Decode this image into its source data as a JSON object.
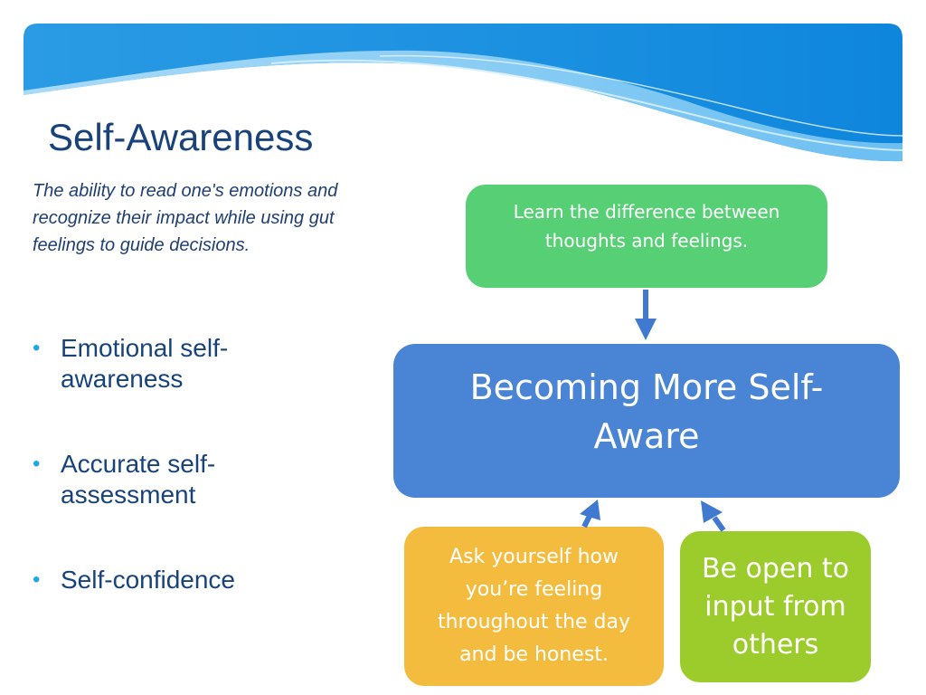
{
  "slide": {
    "title": "Self-Awareness",
    "definition": "The ability to read one's emotions and recognize their impact while using gut feelings to guide decisions.",
    "bullets": [
      "Emotional self-awareness",
      "Accurate self-assessment",
      "Self-confidence"
    ]
  },
  "diagram": {
    "top_box": "Learn the difference between thoughts and feelings.",
    "center_box": "Becoming More Self-Aware",
    "left_box": "Ask yourself how you’re feeling throughout the day and be honest.",
    "right_box": "Be open to input from others"
  },
  "colors": {
    "title": "#17437a",
    "bullet_marker": "#1fa6e6",
    "banner_blue": "#1a8fdf",
    "top_box": "#57cf74",
    "center_box": "#4a84d4",
    "left_box": "#f4bc3e",
    "right_box": "#9ccc2b",
    "arrow": "#3f7ad0"
  }
}
